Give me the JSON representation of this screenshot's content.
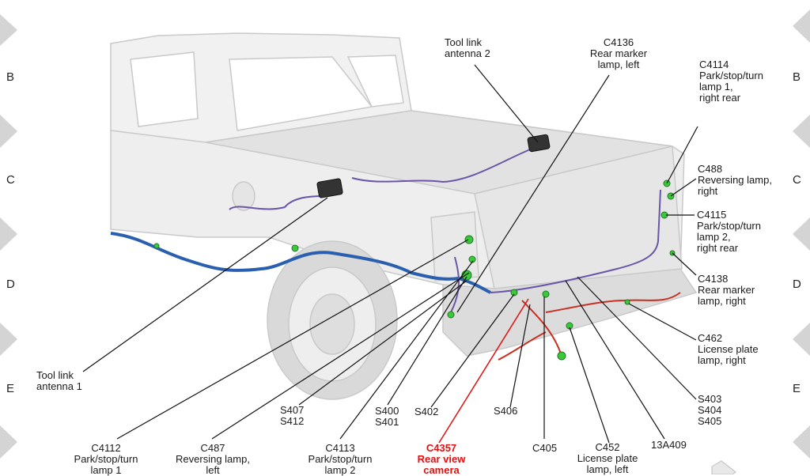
{
  "zones": {
    "left": [
      "B",
      "C",
      "D",
      "E"
    ],
    "right": [
      "B",
      "C",
      "D",
      "E"
    ]
  },
  "labels": {
    "tool_link_antenna_2": "Tool link\nantenna 2",
    "c4136": "C4136\nRear marker\nlamp, left",
    "c4114": "C4114\nPark/stop/turn\nlamp 1,\nright rear",
    "c488": "C488\nReversing lamp,\nright",
    "c4115": "C4115\nPark/stop/turn\nlamp 2,\nright rear",
    "c4138": "C4138\nRear marker\nlamp, right",
    "c462": "C462\nLicense plate\nlamp, right",
    "s403": "S403\nS404\nS405",
    "a13409": "13A409",
    "c452": "C452\nLicense plate\nlamp, left",
    "c405": "C405",
    "s406": "S406",
    "c4357": "C4357\nRear view\ncamera",
    "s402": "S402",
    "s400": "S400\nS401",
    "c4113": "C4113\nPark/stop/turn\nlamp 2",
    "s407": "S407\nS412",
    "c487": "C487\nReversing lamp,\nleft",
    "c4112": "C4112\nPark/stop/turn\nlamp 1",
    "tool_link_antenna_1": "Tool link\nantenna 1"
  },
  "colors": {
    "harness_blue": "#2a5fb0",
    "harness_purple": "#6a55a8",
    "harness_red": "#c83020",
    "connector_green": "#3cc83c",
    "highlight_red": "#e01010"
  }
}
